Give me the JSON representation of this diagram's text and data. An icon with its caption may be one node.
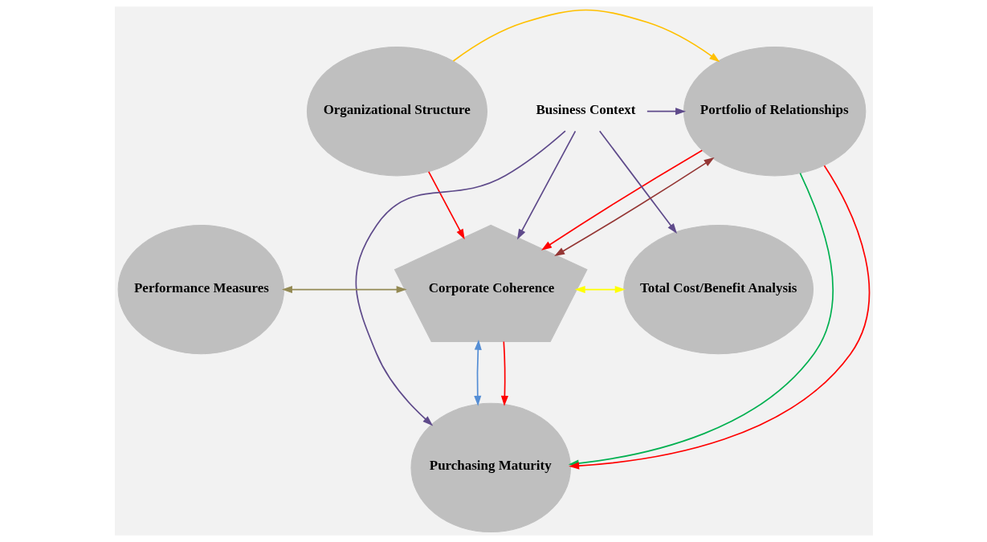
{
  "diagram": {
    "nodes": [
      {
        "text": [
          "Organizational Structure"
        ]
      },
      {
        "text": [
          "Portfolio of Relationships"
        ]
      },
      {
        "text": [
          "Business Context"
        ]
      },
      {
        "text": [
          "Corporate Coherence"
        ]
      },
      {
        "text": [
          "Performance Measures"
        ]
      },
      {
        "text": [
          "Total Cost/Benefit Analysis"
        ]
      },
      {
        "text": [
          "Purchasing Maturity"
        ]
      }
    ],
    "edges": [
      {
        "from": 0,
        "to": 1,
        "arrow": "to",
        "color": "#ffc000"
      },
      {
        "from": 1,
        "to": 3,
        "arrow": "to",
        "color": "#ff0000"
      },
      {
        "from": 0,
        "to": 3,
        "arrow": "to",
        "color": "#ff0000"
      },
      {
        "from": 2,
        "to": 1,
        "arrow": "to",
        "color": "#5f4b8b"
      },
      {
        "from": 2,
        "to": 3,
        "arrow": "to",
        "color": "#5f4b8b"
      },
      {
        "from": 2,
        "to": 5,
        "arrow": "to",
        "color": "#5f4b8b"
      },
      {
        "from": 2,
        "to": 6,
        "arrow": "to",
        "color": "#5f4b8b"
      },
      {
        "from": 3,
        "to": 1,
        "arrow": "both",
        "color": "#953735"
      },
      {
        "from": 4,
        "to": 3,
        "arrow": "both",
        "color": "#948a54"
      },
      {
        "from": 3,
        "to": 5,
        "arrow": "both",
        "color": "#ffff00"
      },
      {
        "from": 3,
        "to": 6,
        "arrow": "both",
        "color": "#558ed5"
      },
      {
        "from": 3,
        "to": 6,
        "arrow": "to",
        "color": "#ff0000"
      },
      {
        "from": 1,
        "to": 6,
        "arrow": "to",
        "color": "#00b050"
      },
      {
        "from": 1,
        "to": 6,
        "arrow": "to",
        "color": "#ff0000"
      }
    ]
  }
}
